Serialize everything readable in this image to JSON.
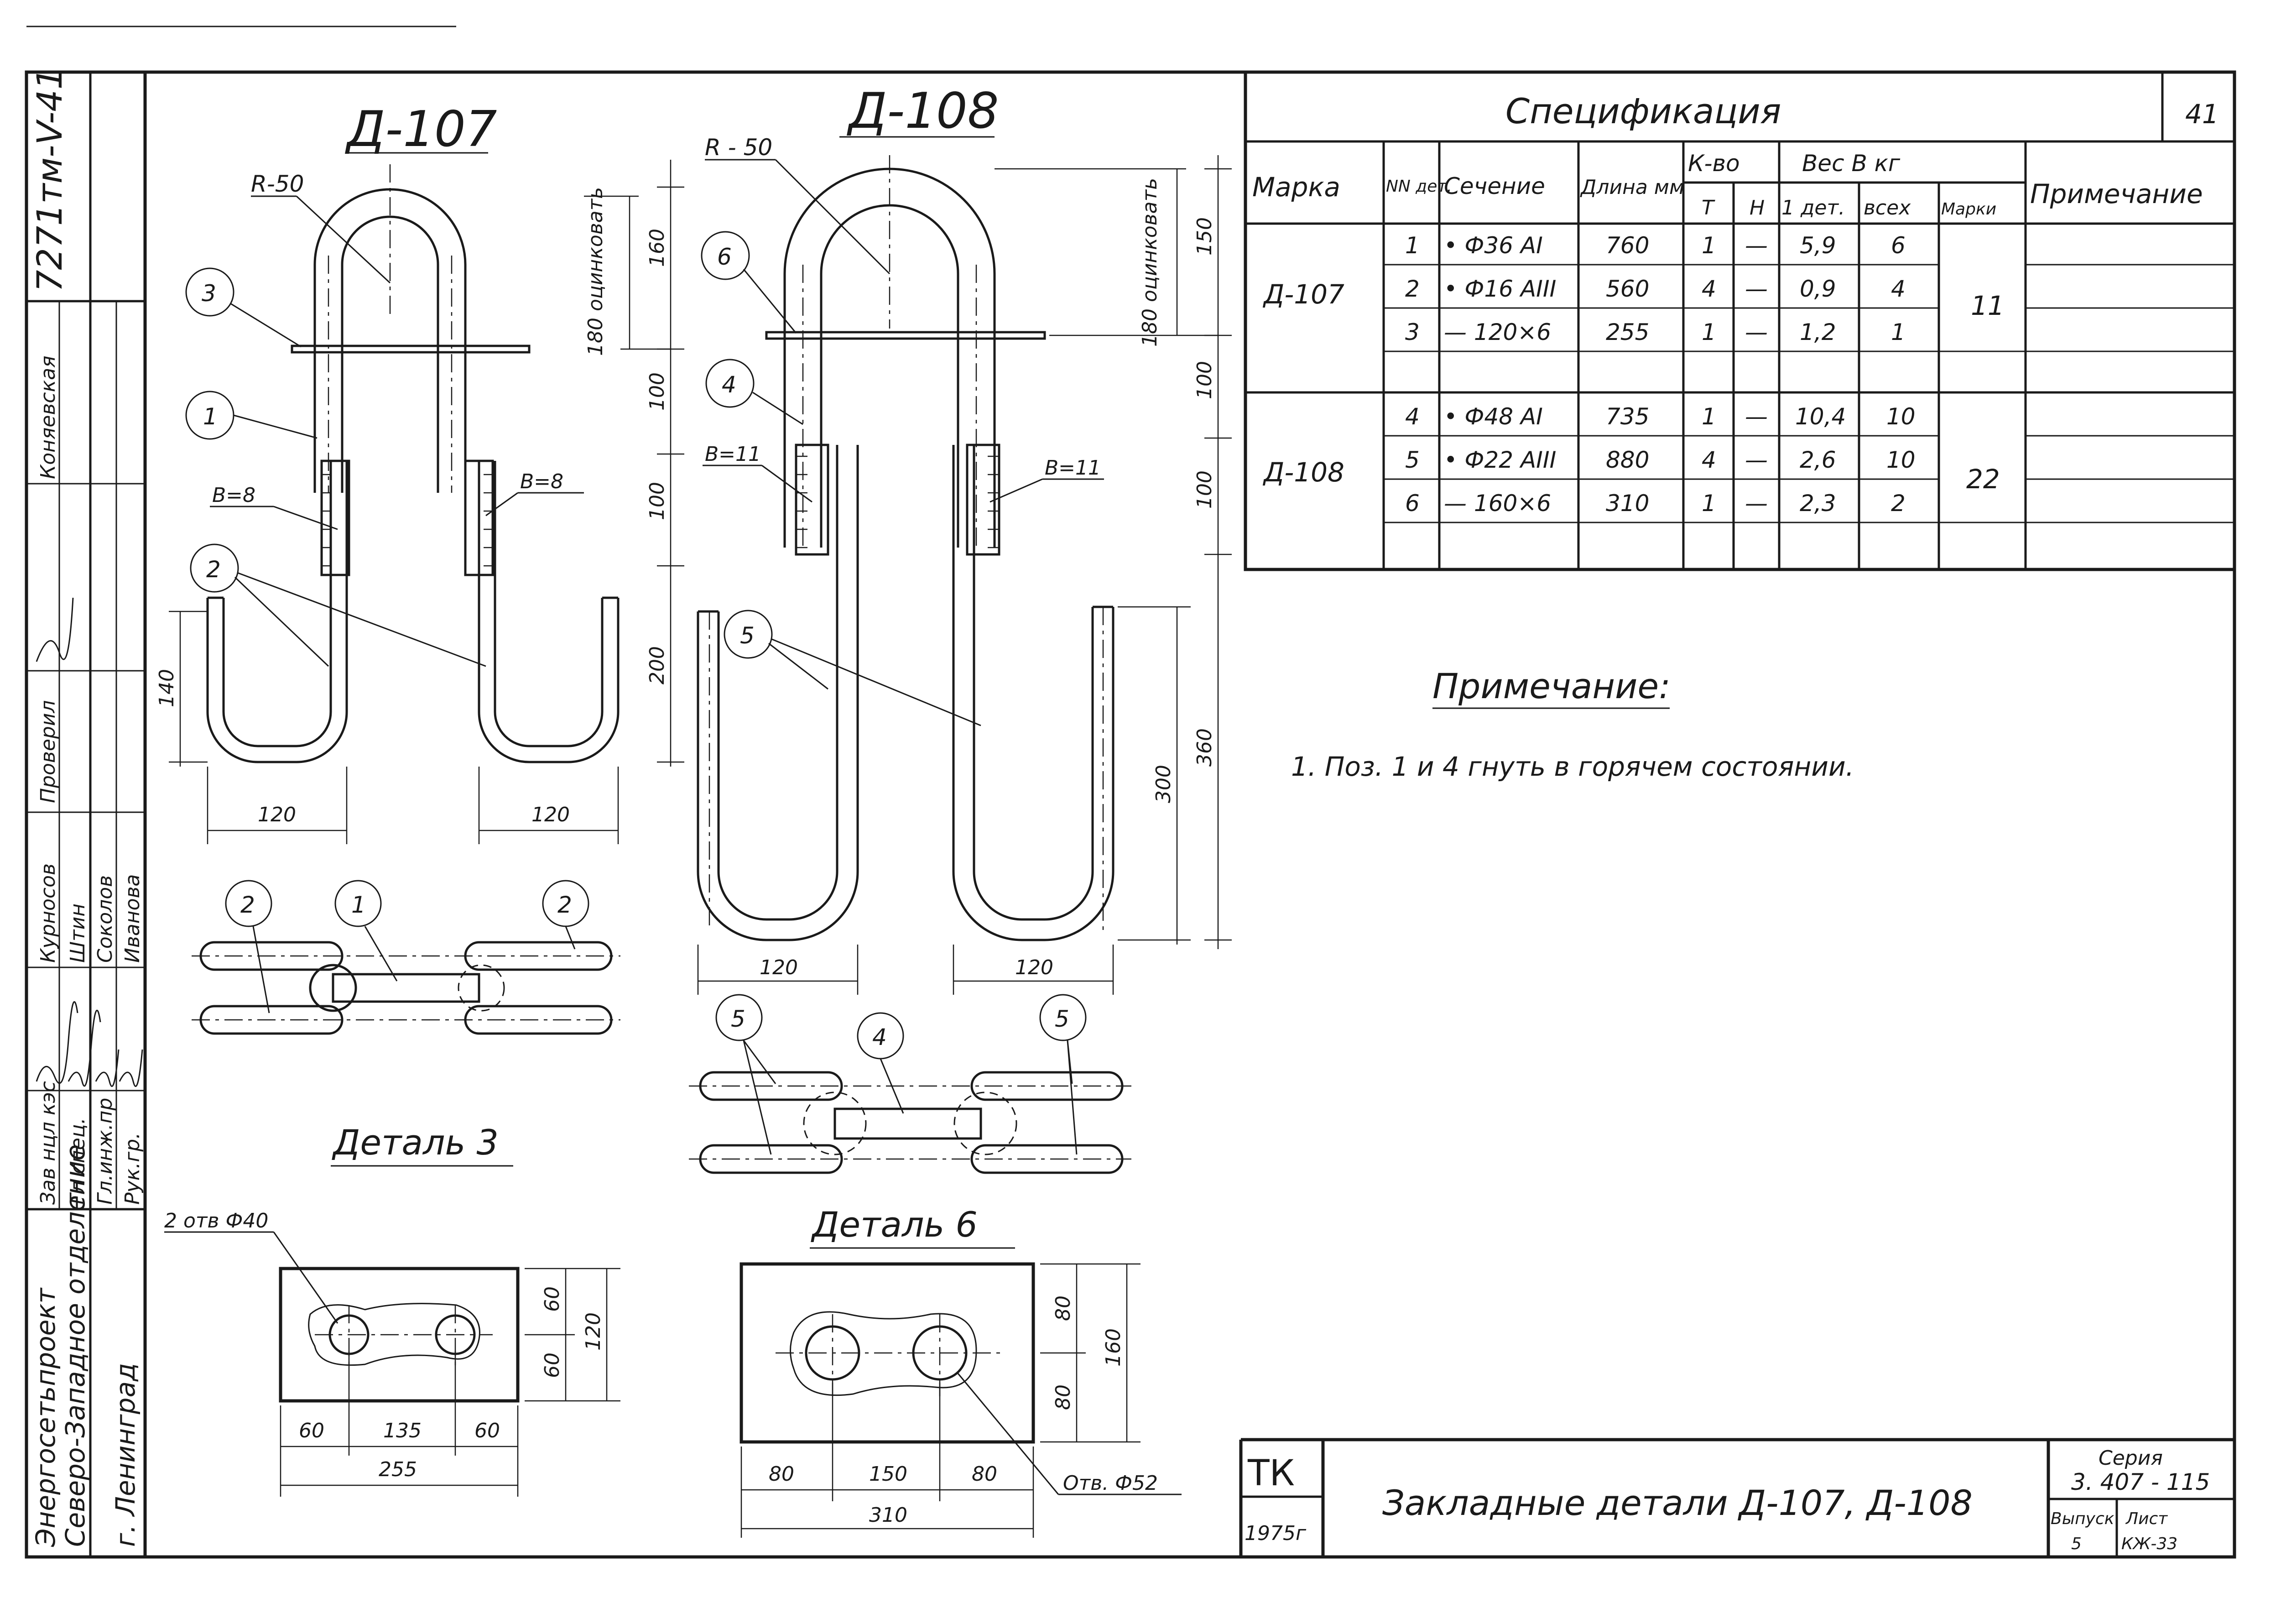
{
  "drawings": {
    "d107_title": "Д-107",
    "d108_title": "Д-108",
    "detail3_title": "Деталь 3",
    "detail6_title": "Деталь 6",
    "radius_d107": "R-50",
    "radius_d108": "R - 50",
    "weld_d107": "B=8",
    "weld_d108": "B=11",
    "galv_label_d107": "180 оцинковать",
    "galv_label_d108": "180 оцинковать",
    "holes_detail3": "2 отв Ф40",
    "hole_detail6": "Отв. Ф52",
    "dims_d107": {
      "top": "160",
      "mid1": "100",
      "mid2": "100",
      "bottom": "200",
      "left_leg": "140",
      "width_left": "120",
      "width_right": "120"
    },
    "dims_d108": {
      "top": "150",
      "mid1": "100",
      "mid2": "100",
      "total": "360",
      "leg": "300",
      "width_left": "120",
      "width_right": "120"
    },
    "dims_detail3": {
      "h_top": "60",
      "h_bottom": "60",
      "h_total": "120",
      "w_left": "60",
      "w_mid": "135",
      "w_right": "60",
      "w_total": "255"
    },
    "dims_detail6": {
      "h_top": "80",
      "h_bottom": "80",
      "h_total": "160",
      "w_left": "80",
      "w_mid": "150",
      "w_right": "80",
      "w_total": "310"
    },
    "position_markers": [
      "1",
      "2",
      "3",
      "4",
      "5",
      "6"
    ]
  },
  "specification": {
    "title": "Спецификация",
    "sheet_no": "41",
    "headers": {
      "mark": "Марка",
      "part_no": "NN дет.",
      "section": "Сечение",
      "length": "Длина мм",
      "qty": "К-во",
      "qty_t": "Т",
      "qty_n": "Н",
      "weight": "Вес В кг",
      "w_part": "1 дет.",
      "w_all": "всех",
      "w_mark": "Марки",
      "note": "Примечание"
    },
    "groups": [
      {
        "mark": "Д-107",
        "mark_weight": "11",
        "rows": [
          {
            "no": "1",
            "section": "• Ф36 АI",
            "length": "760",
            "t": "1",
            "n": "—",
            "w1": "5,9",
            "wall": "6"
          },
          {
            "no": "2",
            "section": "• Ф16 АIII",
            "length": "560",
            "t": "4",
            "n": "—",
            "w1": "0,9",
            "wall": "4"
          },
          {
            "no": "3",
            "section": "— 120×6",
            "length": "255",
            "t": "1",
            "n": "—",
            "w1": "1,2",
            "wall": "1"
          }
        ]
      },
      {
        "mark": "Д-108",
        "mark_weight": "22",
        "rows": [
          {
            "no": "4",
            "section": "• Ф48 АI",
            "length": "735",
            "t": "1",
            "n": "—",
            "w1": "10,4",
            "wall": "10"
          },
          {
            "no": "5",
            "section": "• Ф22 АIII",
            "length": "880",
            "t": "4",
            "n": "—",
            "w1": "2,6",
            "wall": "10"
          },
          {
            "no": "6",
            "section": "— 160×6",
            "length": "310",
            "t": "1",
            "n": "—",
            "w1": "2,3",
            "wall": "2"
          }
        ]
      }
    ]
  },
  "note": {
    "title": "Примечание:",
    "text": "1. Поз. 1 и 4 гнуть в горячем состоянии."
  },
  "title_block": {
    "code": "ТК",
    "year": "1975г",
    "title": "Закладные детали Д-107, Д-108",
    "series_label": "Серия",
    "series": "3. 407 - 115",
    "issue_label": "Выпуск",
    "issue": "5",
    "sheet_label": "Лист",
    "sheet": "КЖ-33"
  },
  "left_strip": {
    "drawing_no": "7271тм-V-41",
    "org1": "Энергосетьпроект",
    "org2": "Северо-Западное отделение",
    "city": "г. Ленинград",
    "roles": [
      "Зав нцл кэс",
      "Гл спец.",
      "Гл.инж.пр",
      "Рук.гр.",
      "Проверил"
    ],
    "names": [
      "Курносов",
      "Штин",
      "Соколов",
      "Иванова",
      "Коняевская"
    ]
  }
}
